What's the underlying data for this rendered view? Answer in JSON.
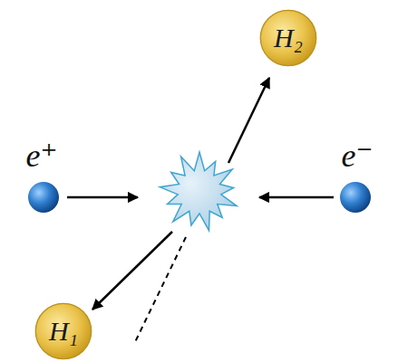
{
  "diagram": {
    "nodes": [
      {
        "text": [
          "H₂"
        ]
      },
      {
        "text": [
          "H₁"
        ]
      }
    ],
    "labels": [
      "e⁺",
      "e⁻"
    ]
  }
}
